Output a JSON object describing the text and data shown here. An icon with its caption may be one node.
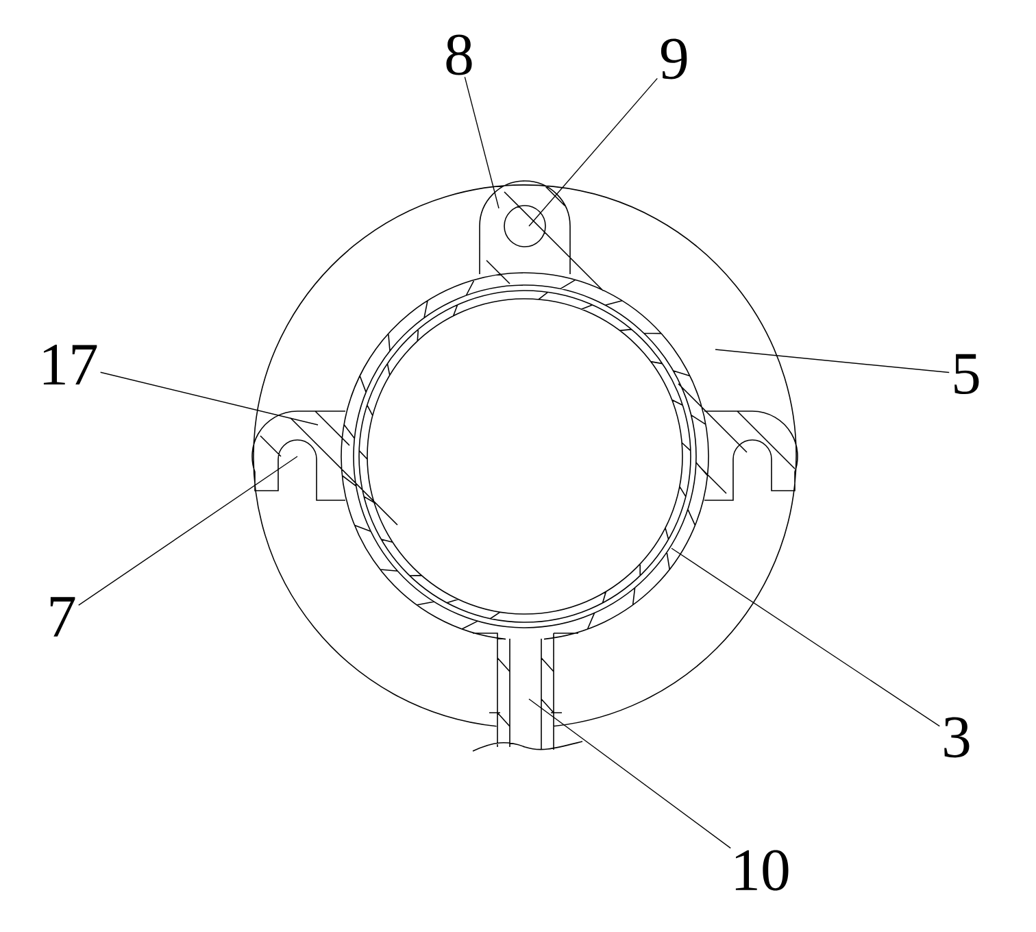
{
  "diagram": {
    "nodes": [
      {
        "text": [
          "8"
        ]
      },
      {
        "text": [
          "9"
        ]
      },
      {
        "text": [
          "17"
        ]
      },
      {
        "text": [
          "5"
        ]
      },
      {
        "text": [
          "7"
        ]
      },
      {
        "text": [
          "3"
        ]
      },
      {
        "text": [
          "10"
        ]
      }
    ],
    "edges": [
      {
        "from": 0,
        "to": null,
        "arrow": "none"
      },
      {
        "from": 1,
        "to": null,
        "arrow": "none"
      },
      {
        "from": 2,
        "to": null,
        "arrow": "none"
      },
      {
        "from": 3,
        "to": null,
        "arrow": "none"
      },
      {
        "from": 4,
        "to": null,
        "arrow": "none"
      },
      {
        "from": 5,
        "to": null,
        "arrow": "none"
      },
      {
        "from": 6,
        "to": null,
        "arrow": "none"
      }
    ]
  }
}
